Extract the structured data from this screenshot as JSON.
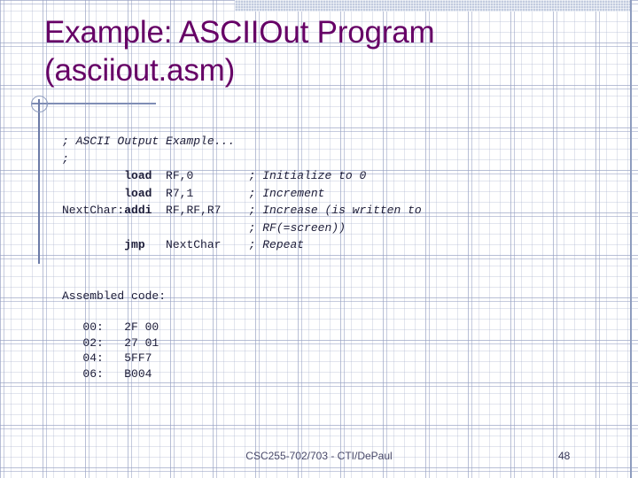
{
  "slide": {
    "title": "Example: ASCIIOut Program\n(asciiout.asm)",
    "title_color": "#660066",
    "background_color": "#ffffff",
    "accent_line_color": "#8e9cbe",
    "band_color": "#c2cbdf",
    "code_color": "#1c1c38"
  },
  "code": {
    "source_lines": [
      {
        "label": "",
        "mnemonic": "",
        "operands": "",
        "comment": "; ASCII Output Example...",
        "raw": "; ASCII Output Example..."
      },
      {
        "label": "",
        "mnemonic": "",
        "operands": "",
        "comment": ";",
        "raw": ";"
      },
      {
        "label": "",
        "mnemonic": "load",
        "operands": "RF,0",
        "comment": "; Initialize to 0"
      },
      {
        "label": "",
        "mnemonic": "load",
        "operands": "R7,1",
        "comment": "; Increment"
      },
      {
        "label": "NextChar:",
        "mnemonic": "addi",
        "operands": "RF,RF,R7",
        "comment": "; Increase (is written to"
      },
      {
        "label": "",
        "mnemonic": "",
        "operands": "",
        "comment": "; RF(=screen))"
      },
      {
        "label": "",
        "mnemonic": "jmp",
        "operands": "NextChar",
        "comment": "; Repeat"
      }
    ],
    "assembled_label": "Assembled code:",
    "assembled_rows": [
      {
        "address": "00:",
        "bytes": "2F 00"
      },
      {
        "address": "02:",
        "bytes": "27 01"
      },
      {
        "address": "04:",
        "bytes": "5FF7"
      },
      {
        "address": "06:",
        "bytes": "B004"
      }
    ]
  },
  "footer": {
    "course": "CSC255-702/703 - CTI/DePaul",
    "page_number": "48"
  }
}
